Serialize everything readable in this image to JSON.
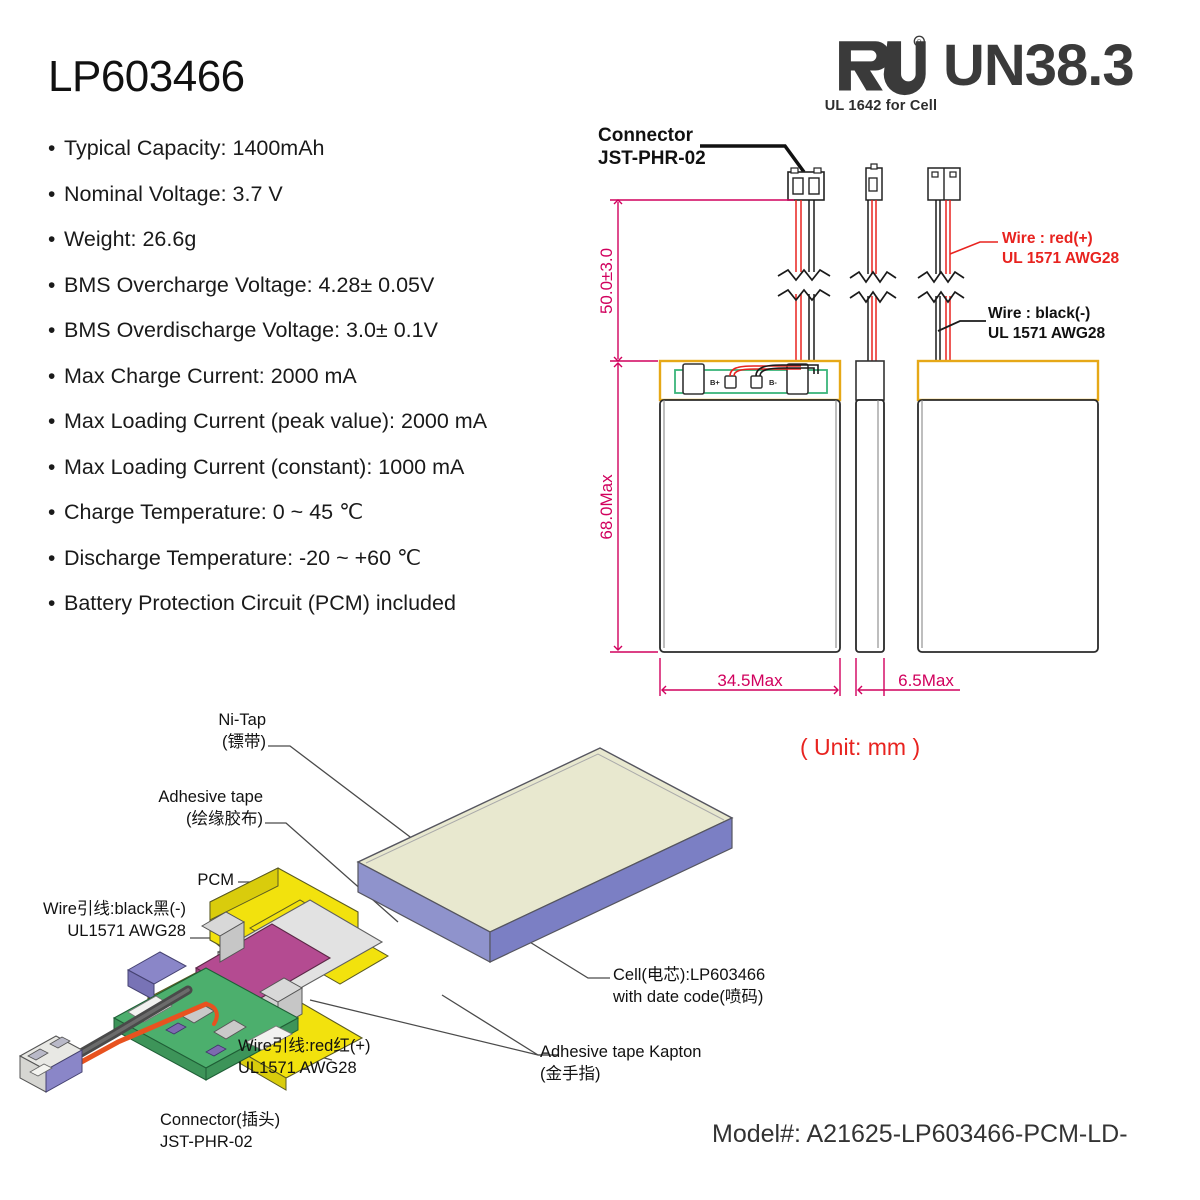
{
  "header": {
    "title": "LP603466",
    "model_line": "Model#: A21625-LP603466-PCM-LD-"
  },
  "certifications": {
    "ul_caption": "UL 1642 for Cell",
    "ul_icon": "ul-listed-mark-icon",
    "un_label": "UN38.3"
  },
  "specs": [
    {
      "bullet": "•",
      "text": "Typical Capacity: 1400mAh"
    },
    {
      "bullet": "•",
      "text": "Nominal Voltage: 3.7 V"
    },
    {
      "bullet": "•",
      "text": "Weight: 26.6g"
    },
    {
      "bullet": "•",
      "text": "BMS Overcharge Voltage: 4.28± 0.05V"
    },
    {
      "bullet": "•",
      "text": "BMS Overdischarge Voltage: 3.0± 0.1V"
    },
    {
      "bullet": "•",
      "text": "Max Charge Current: 2000 mA"
    },
    {
      "bullet": "•",
      "text": "Max Loading Current (peak value): 2000 mA"
    },
    {
      "bullet": "•",
      "text": "Max Loading Current (constant): 1000 mA"
    },
    {
      "bullet": "•",
      "text": "Charge Temperature: 0 ~ 45 ℃"
    },
    {
      "bullet": "•",
      "text": "Discharge Temperature: -20 ~ +60 ℃"
    },
    {
      "bullet": "•",
      "text": "Battery Protection Circuit (PCM) included"
    }
  ],
  "drawing": {
    "connector_label_line1": "Connector",
    "connector_label_line2": "JST-PHR-02",
    "wire_red_line1": "Wire : red(+)",
    "wire_red_line2": "UL 1571 AWG28",
    "wire_black_line1": "Wire : black(-)",
    "wire_black_line2": "UL 1571 AWG28",
    "dim_height_wire": "50.0±3.0",
    "dim_height_body": "68.0Max",
    "dim_width_front": "34.5Max",
    "dim_width_side": "6.5Max",
    "unit_note": "( Unit: mm )",
    "pcm_pad_bplus": "B+",
    "pcm_pad_bminus": "B-",
    "dim_color": "#D1005D",
    "wire_red_color": "#E8231F",
    "unit_color": "#E8231F"
  },
  "iso_diagram": {
    "labels": [
      {
        "name": "ni-tap",
        "line1": "Ni-Tap",
        "line2": "(镖带)"
      },
      {
        "name": "adhesive-tape",
        "line1": "Adhesive tape",
        "line2": "(绘缘胶布)"
      },
      {
        "name": "pcm",
        "line1": "PCM",
        "line2": ""
      },
      {
        "name": "wire-black",
        "line1": "Wire引线:black黑(-)",
        "line2": "UL1571 AWG28"
      },
      {
        "name": "wire-red",
        "line1": "Wire引线:red红(+)",
        "line2": "UL1571 AWG28"
      },
      {
        "name": "connector",
        "line1": "Connector(插头)",
        "line2": "JST-PHR-02"
      },
      {
        "name": "cell",
        "line1": "Cell(电芯):LP603466",
        "line2": "with date code(喷码)"
      },
      {
        "name": "kapton-tape",
        "line1": "Adhesive tape Kapton",
        "line2": "(金手指)"
      }
    ],
    "colors": {
      "cell_top": "#e8e8cf",
      "cell_side": "#7b7fc4",
      "tape_yellow": "#f2e20d",
      "pcb_green": "#4caf6d",
      "magenta_layer": "#b44b91",
      "grey_layer": "#d8d8d8",
      "purple_layer": "#8a86c8",
      "wire_red": "#e8521f",
      "wire_black": "#4a4a4a",
      "connector_body": "#8a86c8"
    }
  }
}
